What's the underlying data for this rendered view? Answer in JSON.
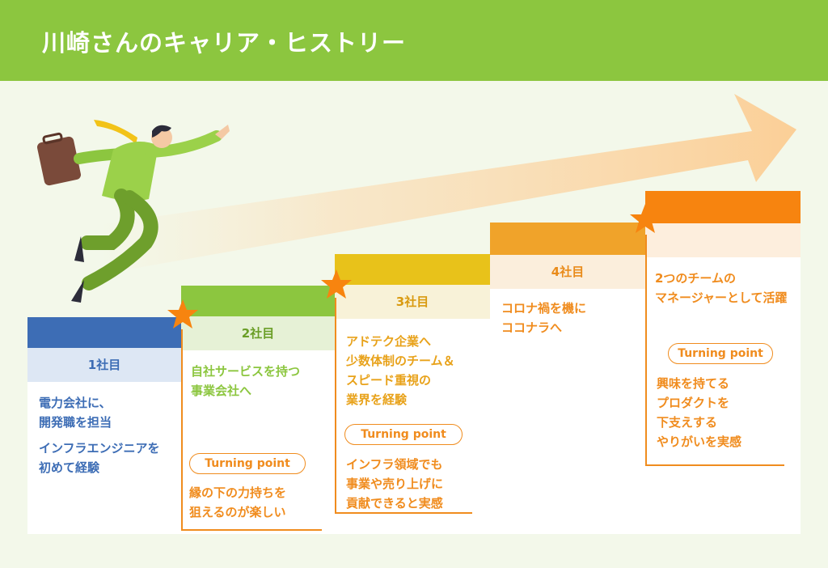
{
  "header": {
    "title": "川崎さんのキャリア・ヒストリー",
    "background": "#8cc63f"
  },
  "turning_point_label": "Turning point",
  "colors": {
    "accent_orange": "#f08c1e",
    "blue": "#3d6db5",
    "green": "#8cc63f",
    "yellow": "#e8c21a",
    "amber": "#f0a32a",
    "orange": "#f7840f"
  },
  "steps": [
    {
      "label": "1社目",
      "lines": [
        "電力会社に、",
        "開発職を担当"
      ],
      "extra_lines": [
        "インフラエンジニアを",
        "初めて経験"
      ]
    },
    {
      "label": "2社目",
      "lines": [
        "自社サービスを持つ",
        "事業会社へ"
      ],
      "turning_lines": [
        "縁の下の力持ちを",
        "狙えるのが楽しい"
      ]
    },
    {
      "label": "3社目",
      "lines": [
        "アドテク企業へ",
        "少数体制のチーム＆",
        "スピード重視の",
        "業界を経験"
      ],
      "turning_lines": [
        "インフラ領域でも",
        "事業や売り上げに",
        "貢献できると実感"
      ]
    },
    {
      "label": "4社目",
      "lines": [
        "コロナ禍を機に",
        "ココナラへ"
      ]
    },
    {
      "label": "",
      "lines": [
        "2つのチームの",
        "マネージャーとして活躍"
      ],
      "turning_lines": [
        "興味を持てる",
        "プロダクトを",
        "下支えする",
        "やりがいを実感"
      ]
    }
  ]
}
